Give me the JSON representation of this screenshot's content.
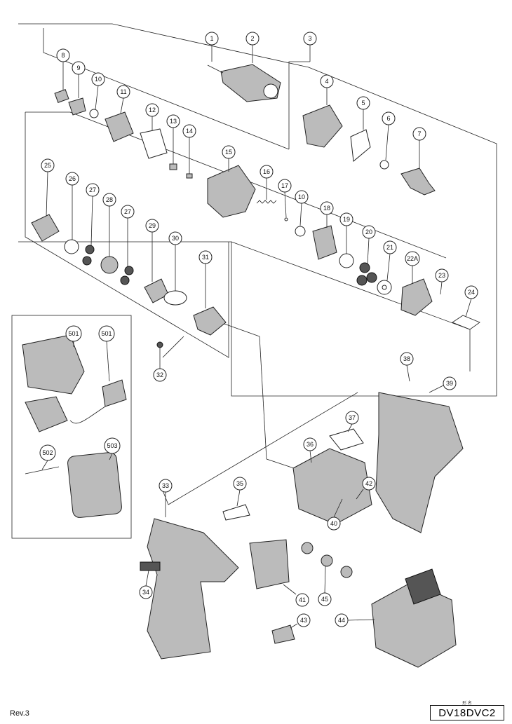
{
  "revision": "Rev.3",
  "model": {
    "caption": "形  名",
    "name": "DV18DVC2"
  },
  "callouts": [
    "1",
    "2",
    "3",
    "4",
    "5",
    "6",
    "7",
    "8",
    "9",
    "10",
    "11",
    "12",
    "13",
    "14",
    "15",
    "16",
    "17",
    "10",
    "18",
    "19",
    "20",
    "21",
    "22A",
    "23",
    "24",
    "25",
    "26",
    "27",
    "28",
    "27",
    "29",
    "30",
    "31",
    "32",
    "501",
    "501",
    "502",
    "503",
    "33",
    "34",
    "35",
    "36",
    "37",
    "38",
    "39",
    "40",
    "41",
    "42",
    "43",
    "44",
    "45"
  ]
}
